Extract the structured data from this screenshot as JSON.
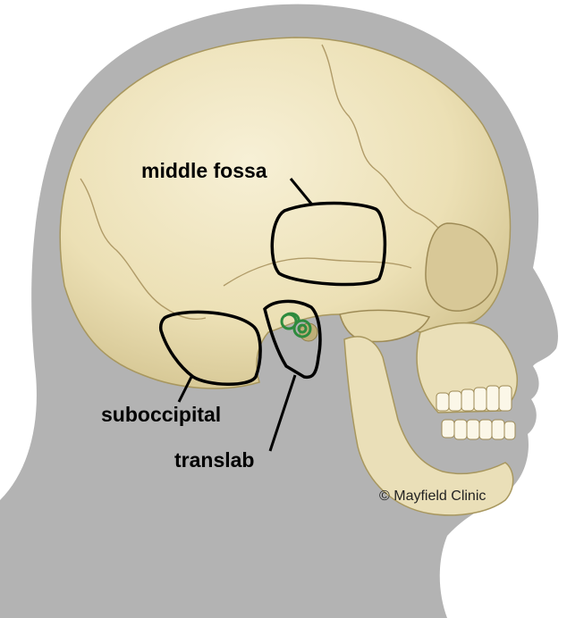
{
  "labels": {
    "middle_fossa": "middle fossa",
    "suboccipital": "suboccipital",
    "translab": "translab"
  },
  "credit": "© Mayfield Clinic",
  "colors": {
    "silhouette": "#b3b3b3",
    "bone": "#efe6c4",
    "bone_shadow": "#cdbf8e",
    "outline": "#000000",
    "inner_ear": "#2e8b3e"
  }
}
